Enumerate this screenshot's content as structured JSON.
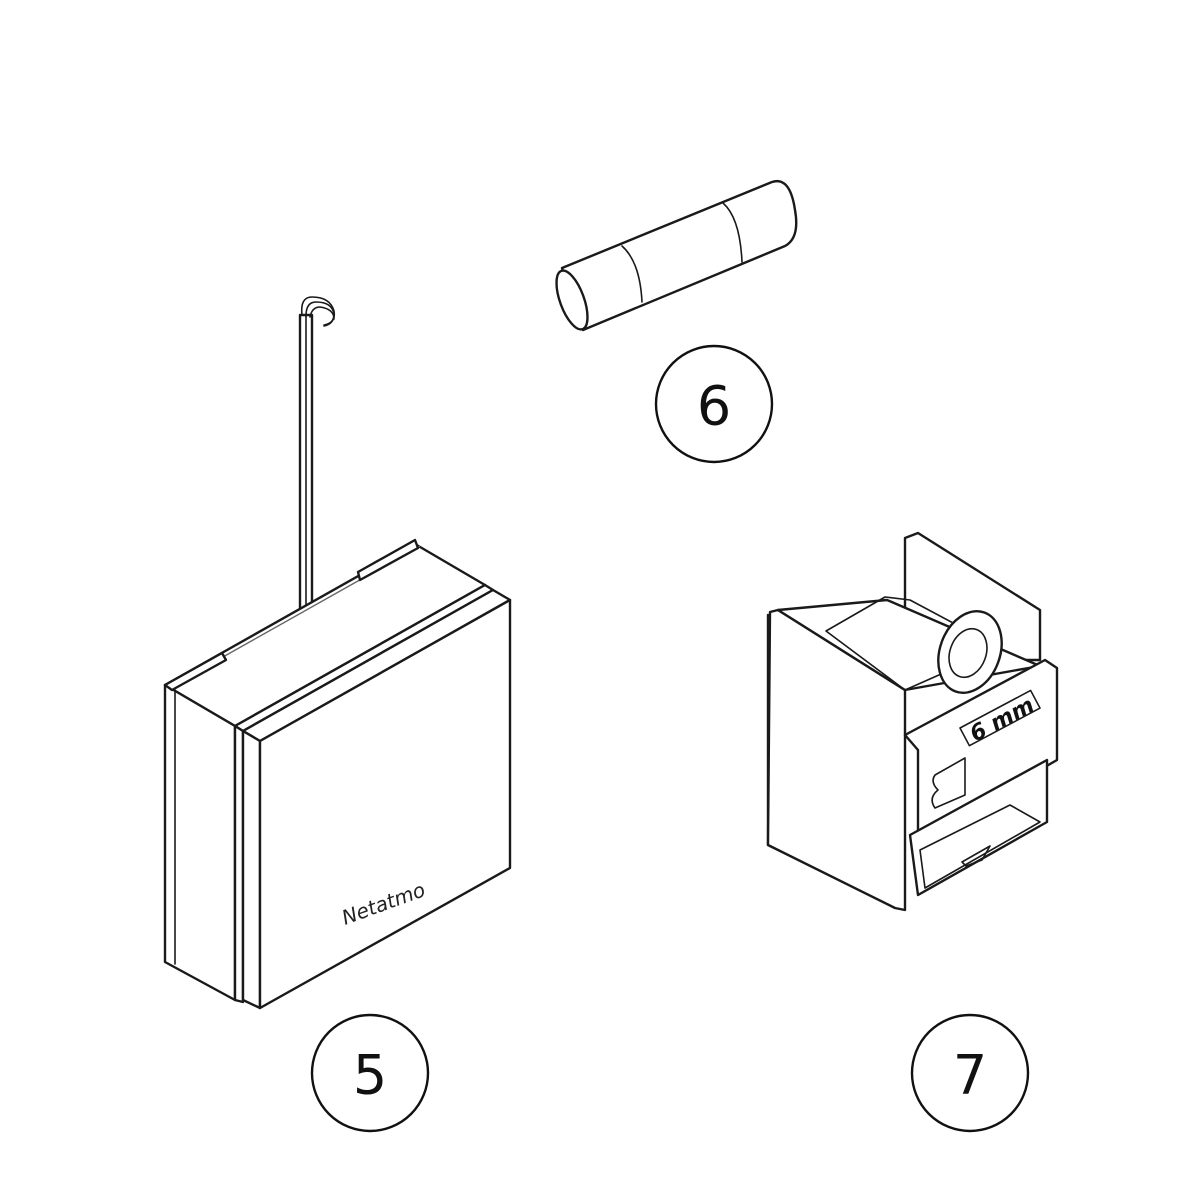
{
  "diagram": {
    "parts": [
      {
        "id": "module",
        "callout": "5",
        "brand_label": "Netatmo"
      },
      {
        "id": "fuse",
        "callout": "6"
      },
      {
        "id": "terminal_block",
        "callout": "7",
        "size_label": "6 mm"
      }
    ],
    "colors": {
      "line": "#1a1a1a",
      "background": "#ffffff"
    }
  }
}
